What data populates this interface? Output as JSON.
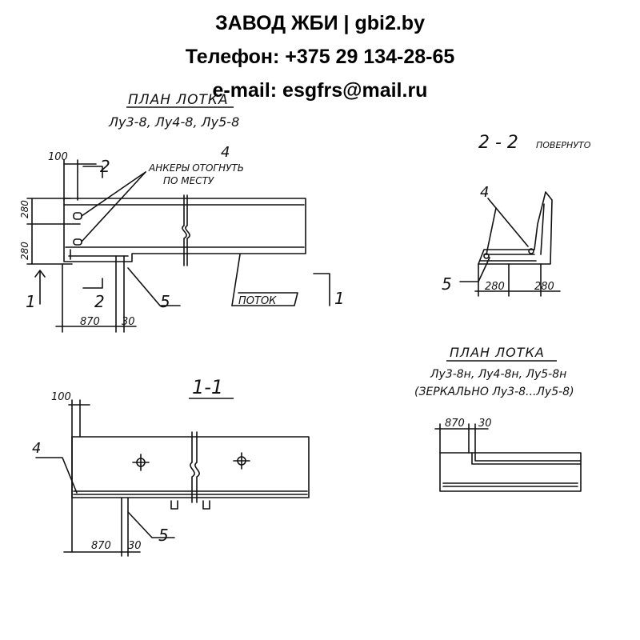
{
  "header": {
    "line1": "ЗАВОД ЖБИ | gbi2.by",
    "line2": "Телефон: +375 29 134-28-65",
    "line3": "e-mail: esgfrs@mail.ru"
  },
  "drawing": {
    "plan": {
      "title": "ПЛАН ЛОТКА",
      "subtitle": "Лу3-8, Лу4-8, Лу5-8",
      "dim_100": "100",
      "dim_280_top": "280",
      "dim_280_bottom": "280",
      "dim_870": "870",
      "dim_30": "30",
      "mark_2_top": "2",
      "mark_2_bottom": "2",
      "mark_1_left": "1",
      "mark_1_right": "1",
      "callout_4": "4",
      "anchors_line1": "АНКЕРЫ ОТОГНУТЬ",
      "anchors_line2": "ПО МЕСТУ",
      "callout_5": "5",
      "flow": "ПОТОК"
    },
    "section_2_2": {
      "title": "2 - 2",
      "note": "ПОВЕРНУТО",
      "callout_4": "4",
      "callout_5": "5",
      "dim_280_a": "280",
      "dim_280_b": "280"
    },
    "section_1_1": {
      "title": "1-1",
      "dim_100": "100",
      "callout_4": "4",
      "callout_5": "5",
      "dim_870": "870",
      "dim_30": "30"
    },
    "mirror_plan": {
      "title": "ПЛАН ЛОТКА",
      "subtitle": "Лу3-8н, Лу4-8н, Лу5-8н",
      "note": "(ЗЕРКАЛЬНО Лу3-8...Лу5-8)",
      "dim_870": "870",
      "dim_30": "30"
    }
  }
}
